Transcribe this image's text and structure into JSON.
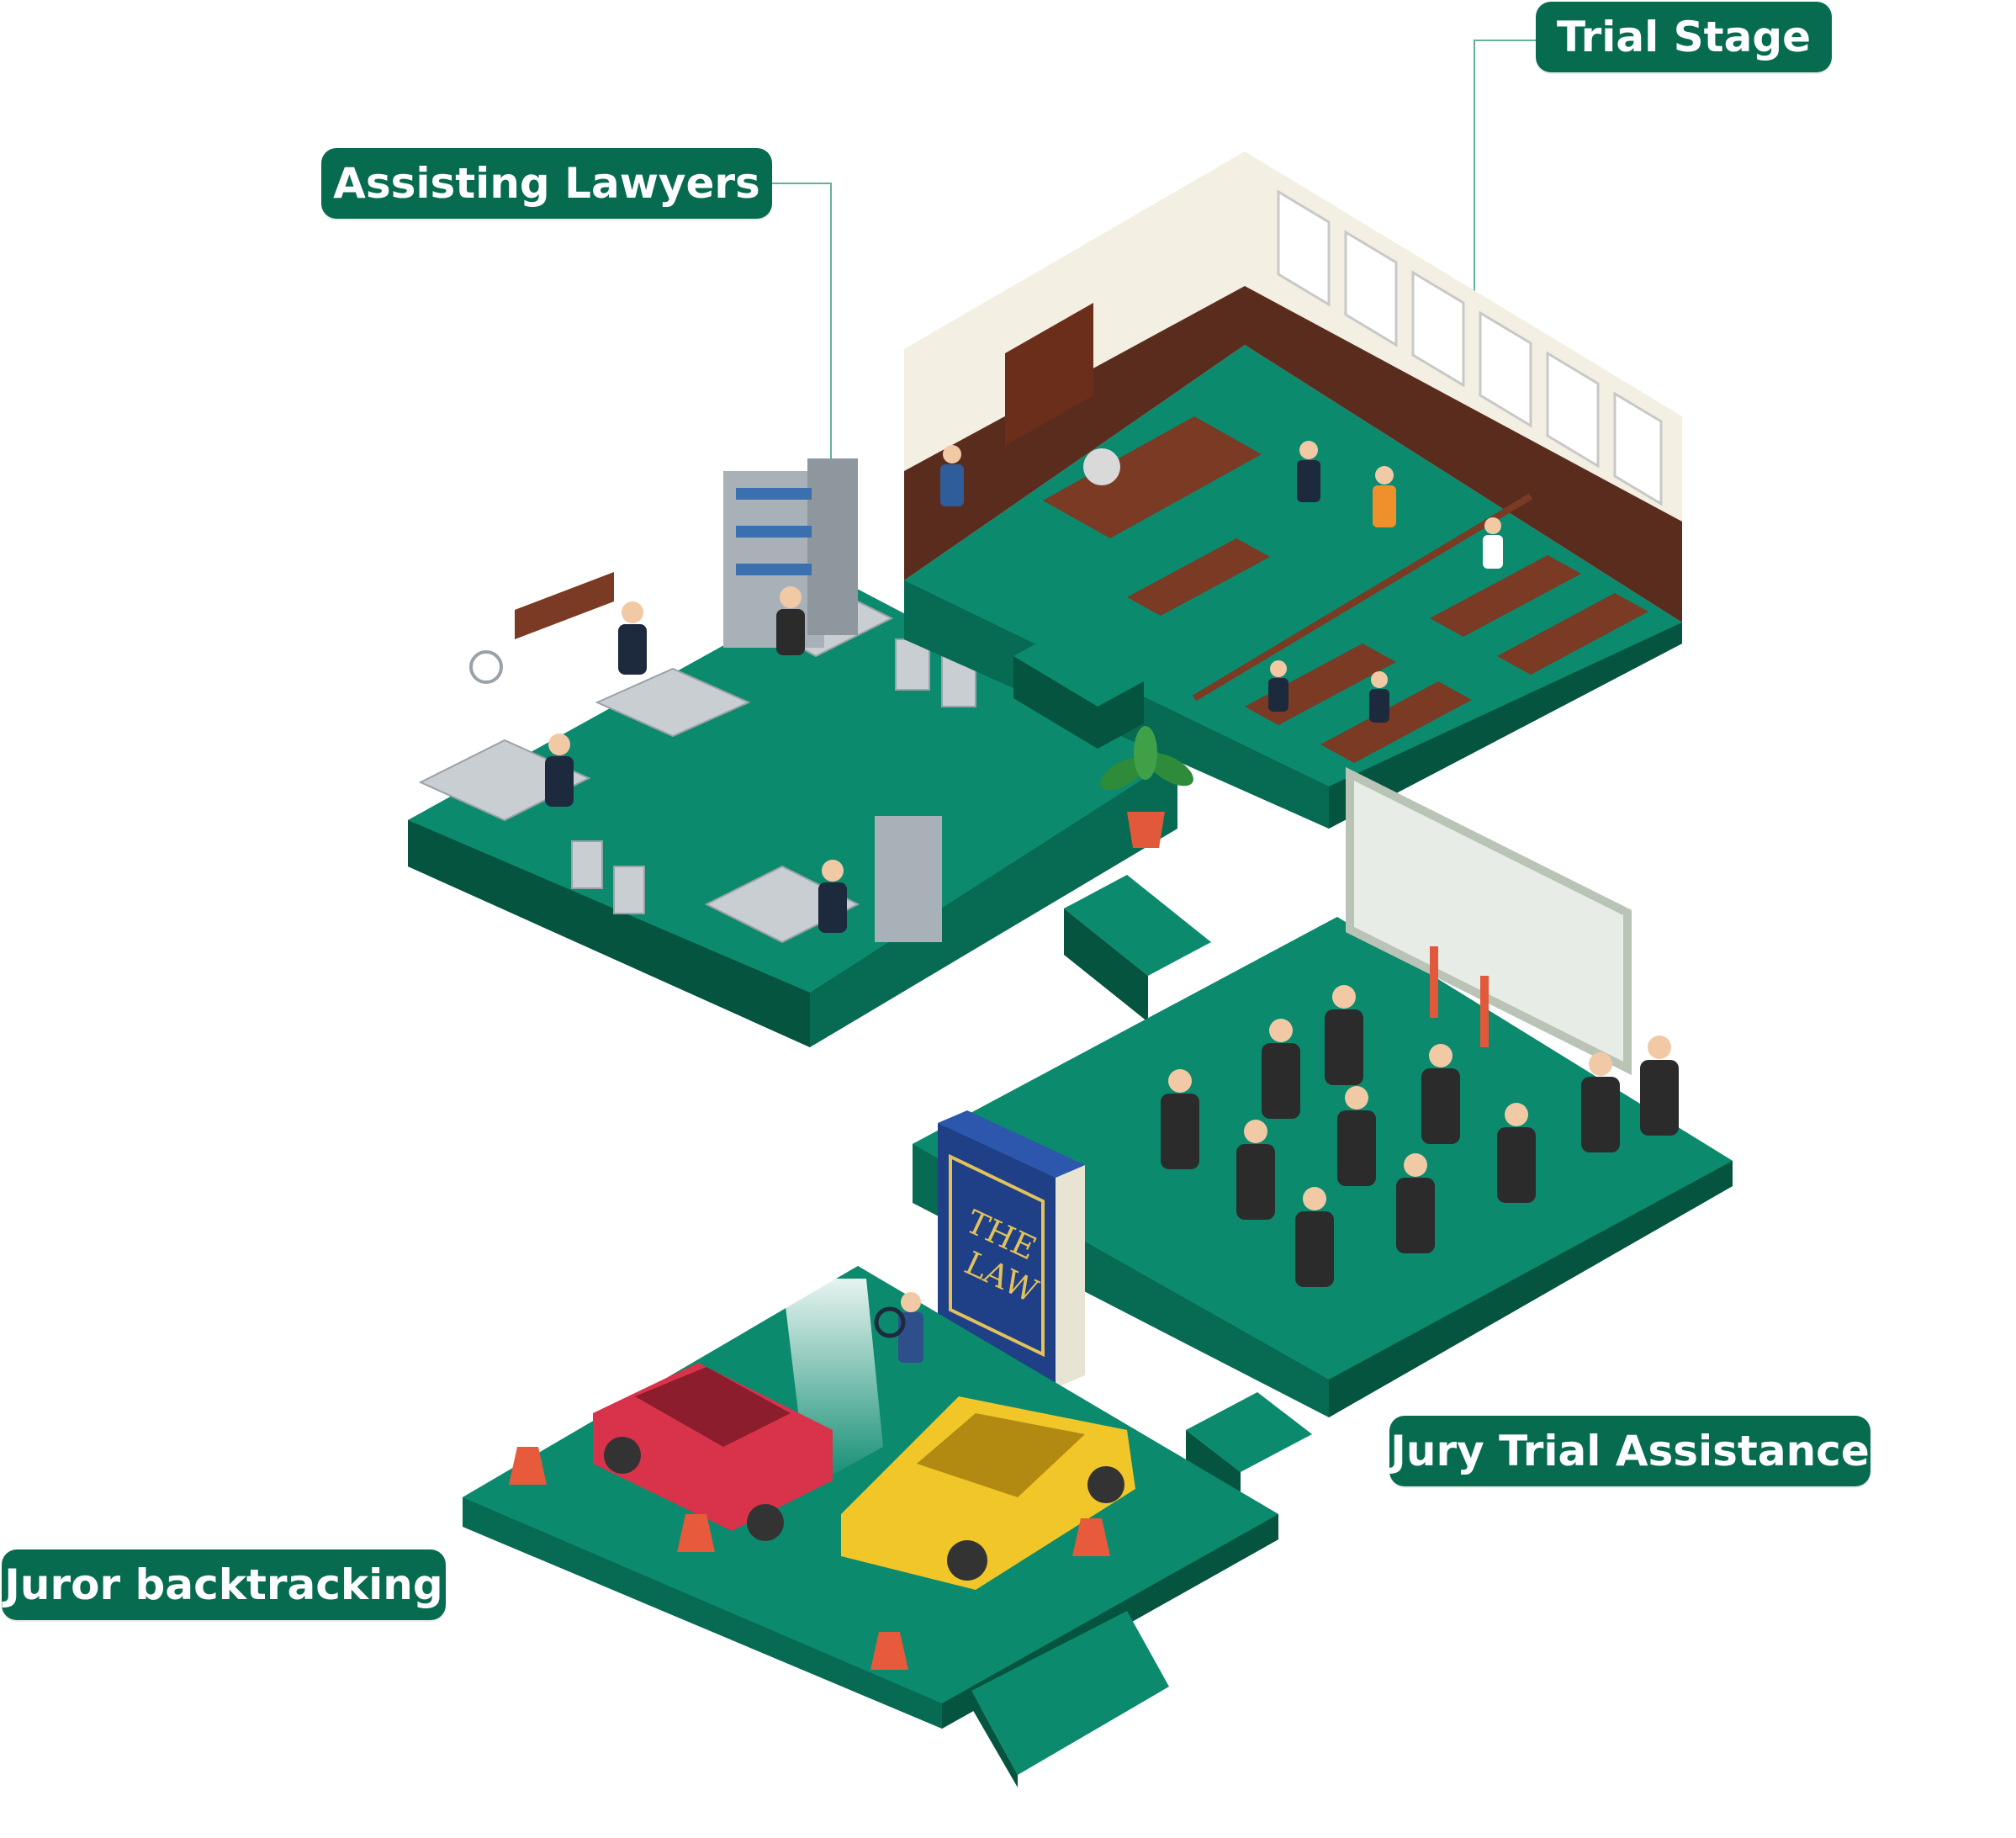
{
  "labels": {
    "trial_stage": "Trial Stage",
    "assisting_lawyers": "Assisting Lawyers",
    "jury_trial_assistance": "Jury Trial Assistance",
    "juror_backtracking": "Juror backtracking"
  },
  "book": {
    "line1": "THE",
    "line2": "LAW"
  },
  "colors": {
    "floor": "#0b8a6e",
    "floor_side": "#076a53",
    "floor_dark": "#05543f",
    "label_bg": "#066b4f",
    "label_text": "#ffffff",
    "courtroom_wall": "#f3efe2",
    "courtroom_panel": "#5a2c1e",
    "wood": "#7a3a24",
    "book_cover": "#2a4fa0",
    "book_gold": "#e3c25b",
    "car_red": "#d8334a",
    "car_yellow": "#f1c628",
    "cone": "#e85a3c"
  },
  "icons": {
    "courtroom": "courtroom-icon",
    "office": "office-icon",
    "jury_room": "jury-room-icon",
    "accident_scene": "car-accident-icon",
    "law_book": "law-book-icon",
    "plant": "potted-plant-icon"
  }
}
